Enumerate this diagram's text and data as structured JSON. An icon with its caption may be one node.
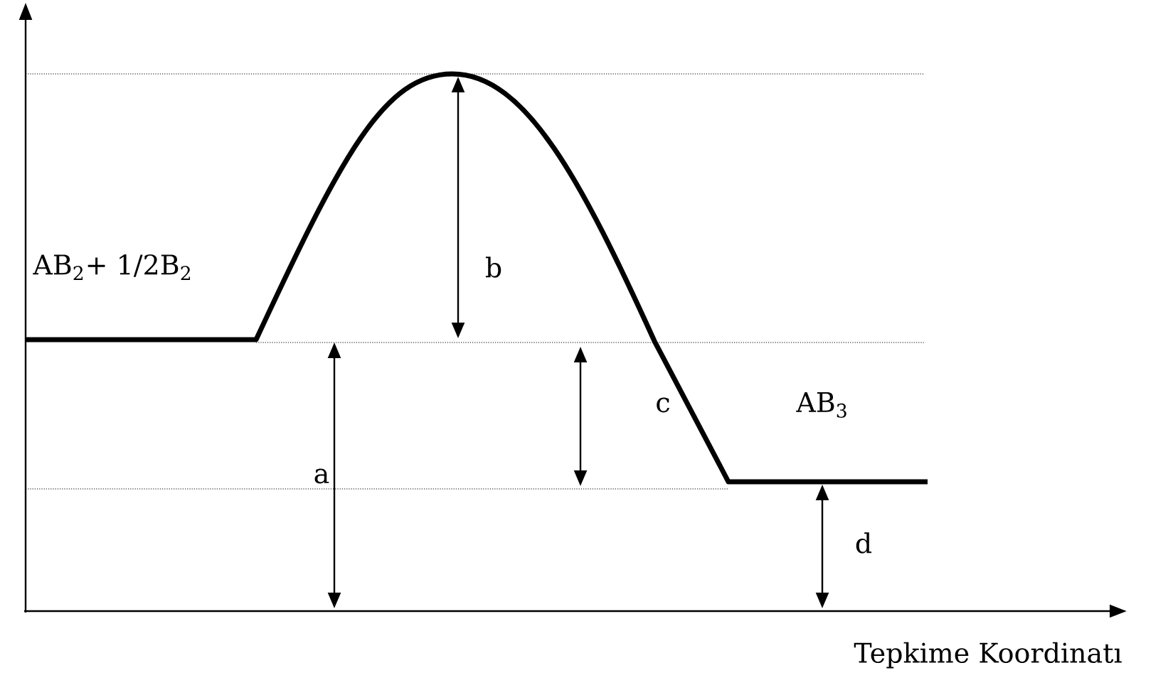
{
  "diagram": {
    "labels": [
      "AB$_{2}$+ 1/2B$_{2}$",
      "b",
      "c",
      "AB$_{3}$",
      "a",
      "d",
      "Tepkime Koordinatı"
    ]
  }
}
